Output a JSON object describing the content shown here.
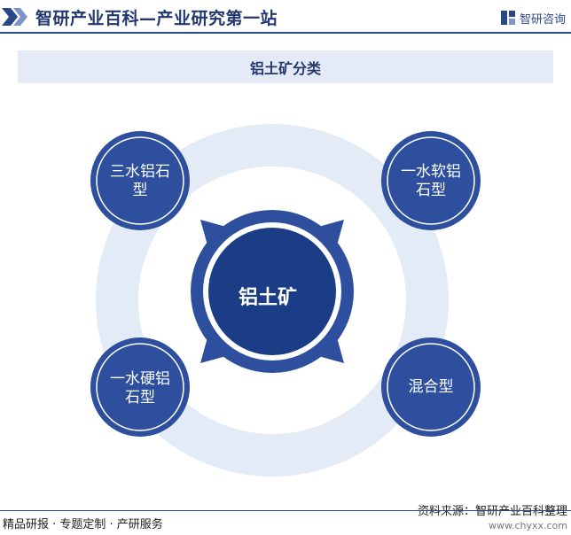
{
  "header": {
    "title": "智研产业百科—产业研究第一站",
    "brand_name": "智研咨询",
    "accent_color": "#2b4789",
    "logo_icon": "zhiyan-logo-icon"
  },
  "diagram": {
    "title": "铝土矿分类",
    "center": "铝土矿",
    "nodes": [
      {
        "line1": "三水铝石",
        "line2": "型"
      },
      {
        "line1": "一水软铝",
        "line2": "石型"
      },
      {
        "line1": "一水硬铝",
        "line2": "石型"
      },
      {
        "line1": "混合型",
        "line2": ""
      }
    ],
    "colors": {
      "node_fill": "#2d4f9d",
      "center_fill": "#1a3d86",
      "ring": "#e3ebf7",
      "title_bar": "#e4ebf6"
    }
  },
  "footer": {
    "services": "精品研报 · 专题定制 · 产研服务",
    "source": "资料来源：智研产业百科整理",
    "url": "www.chyxx.com"
  }
}
